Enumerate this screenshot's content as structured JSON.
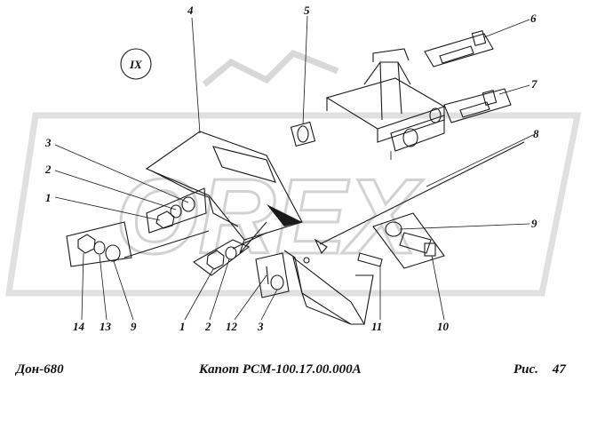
{
  "view_label": "IX",
  "callouts": {
    "c1a": "1",
    "c2a": "2",
    "c3a": "3",
    "c4": "4",
    "c5": "5",
    "c6": "6",
    "c7": "7",
    "c8": "8",
    "c9a": "9",
    "c9b": "9",
    "c14": "14",
    "c13": "13",
    "c1b": "1",
    "c2b": "2",
    "c12": "12",
    "c3b": "3",
    "c11": "11",
    "c10": "10"
  },
  "caption": {
    "left": "Дон-680",
    "title": "Капот РСМ-100.17.00.000А",
    "fig_label": "Рис.",
    "fig_number": "47"
  },
  "watermark": "OREX",
  "colors": {
    "ink": "#1a1a1a",
    "watermark": "#d8d8d8",
    "background": "#ffffff"
  }
}
